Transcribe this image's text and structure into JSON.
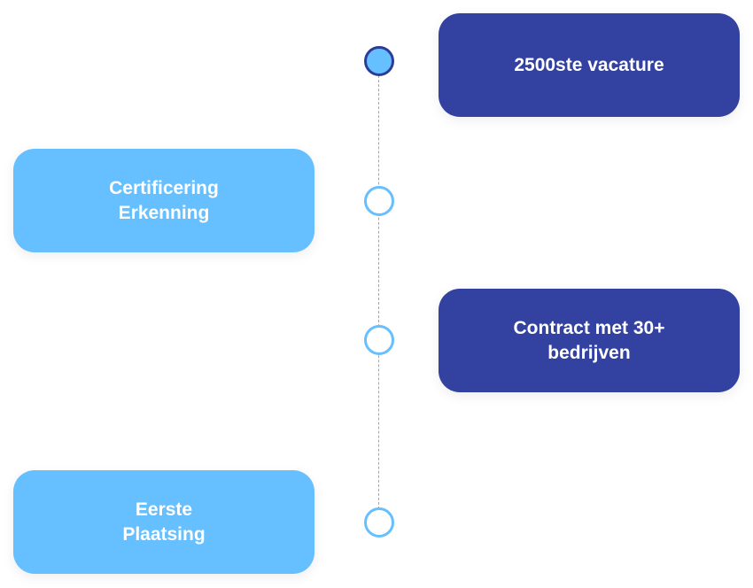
{
  "colors": {
    "dark_card": "#3342A1",
    "light_card": "#66BFFF",
    "line": "#5BBCF5",
    "node_border": "#66BFFF",
    "active_node_border": "#2D3C99",
    "text": "#FFFFFF"
  },
  "milestones": [
    {
      "label": "2500ste vacature",
      "side": "right",
      "style": "dark",
      "active": true
    },
    {
      "label": "Certificering\nErkenning",
      "side": "left",
      "style": "light",
      "active": false
    },
    {
      "label": "Contract met 30+\nbedrijven",
      "side": "right",
      "style": "dark",
      "active": false
    },
    {
      "label": "Eerste\nPlaatsing",
      "side": "left",
      "style": "light",
      "active": false
    }
  ]
}
